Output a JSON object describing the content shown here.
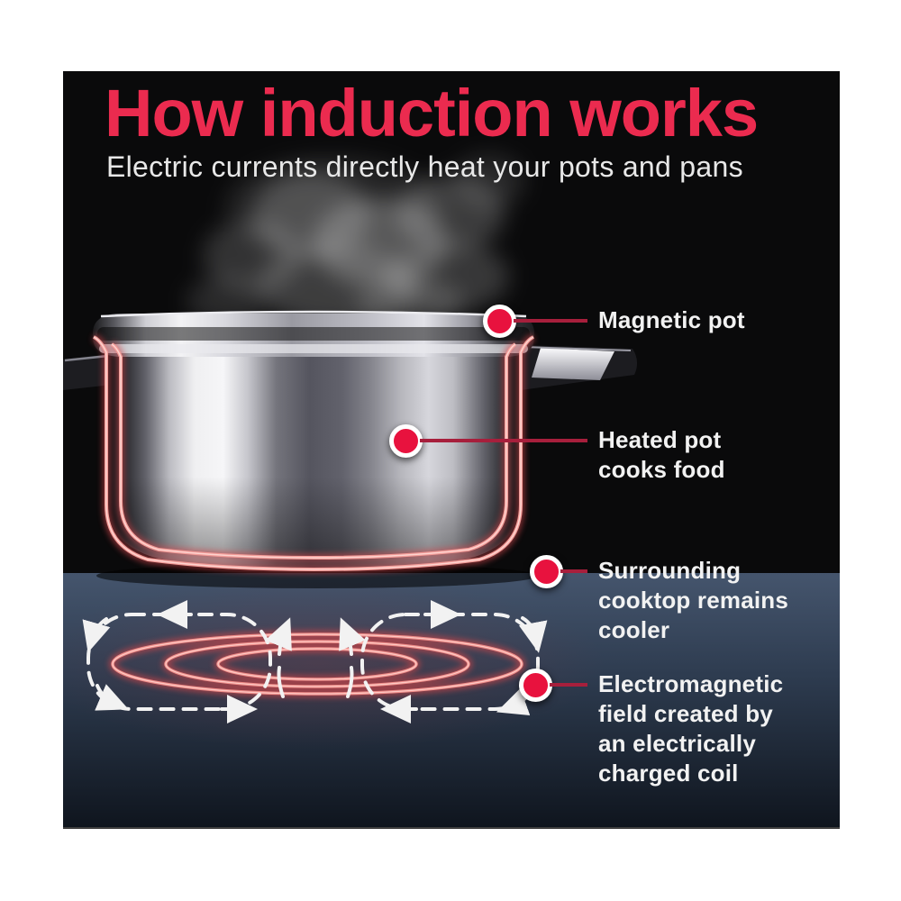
{
  "header": {
    "title": "How induction works",
    "subtitle": "Electric currents directly heat your pots and pans"
  },
  "callouts": [
    {
      "id": "magnetic-pot",
      "label": "Magnetic pot"
    },
    {
      "id": "heated-pot",
      "label": "Heated pot\ncooks food"
    },
    {
      "id": "surrounding-cooktop",
      "label": "Surrounding\ncooktop remains\ncooler"
    },
    {
      "id": "electromagnetic-field",
      "label": "Electromagnetic\nfield created by\nan electrically\ncharged coil"
    }
  ],
  "scene": {
    "subject": "steaming stainless steel pot on induction cooktop",
    "coil": "glowing concentric coil rings under cooktop",
    "field": "dashed white electromagnetic field loops with arrows"
  },
  "colors": {
    "title_red": "#EB2B4F",
    "marker_red": "#E8123E",
    "leader_line_red": "#A71F3C",
    "pot_outline_pink": "#F29C98",
    "coil_glow_pink": "#EF8E8A",
    "cooktop_blue": "#3D4D63",
    "background_black": "#0A0A0B",
    "text_white": "#F2F2F2",
    "page_white": "#FFFFFF"
  }
}
